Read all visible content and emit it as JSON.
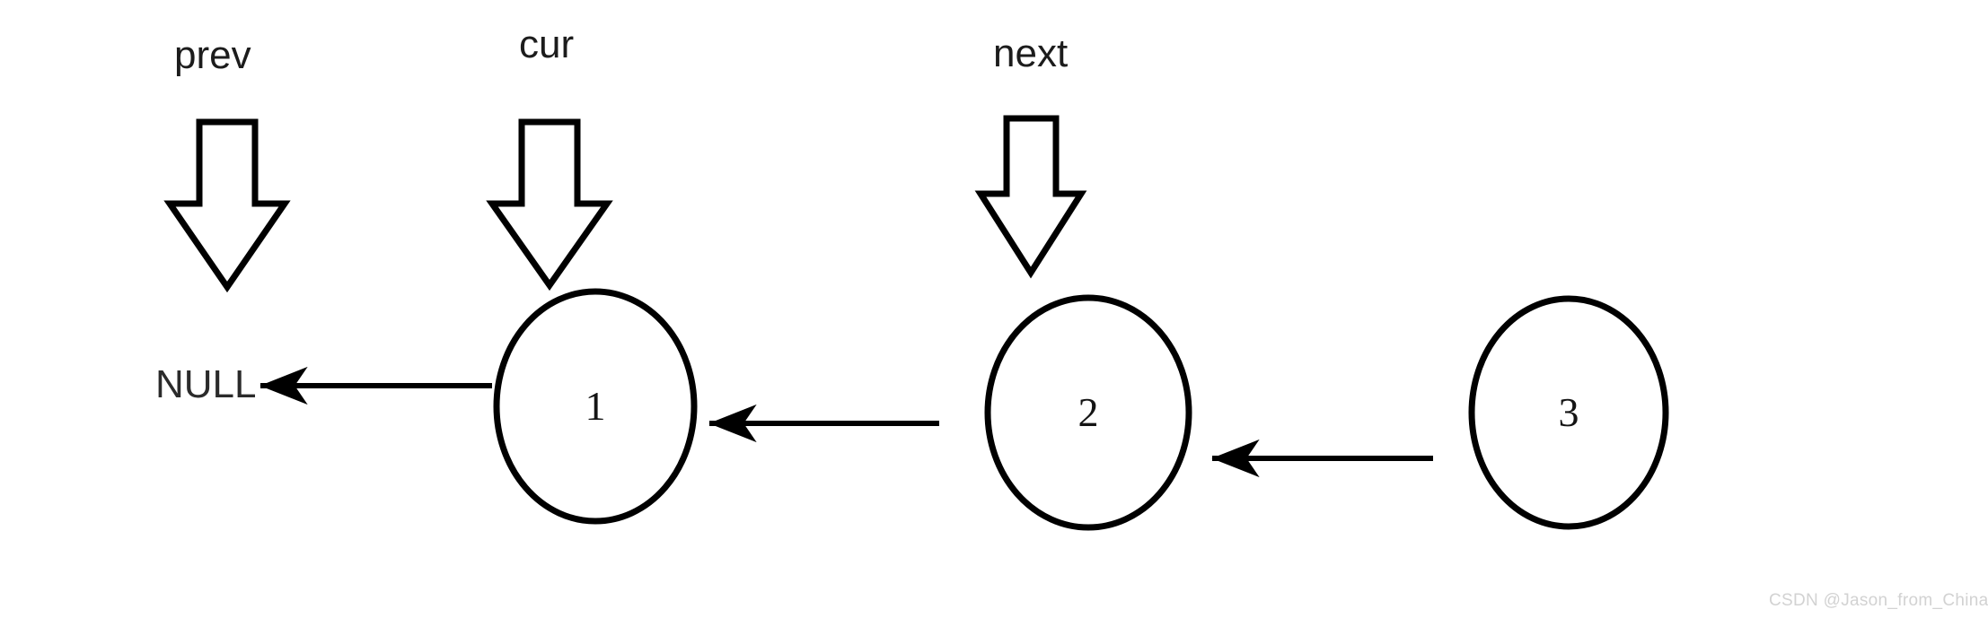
{
  "diagram": {
    "kind": "linked-list-reversal",
    "background_color": "#ffffff",
    "stroke_color": "#000000",
    "text_color": "#1c1c1c",
    "watermark_color": "#d2d2d2",
    "pointers": [
      {
        "label": "prev",
        "icon": "down-block-arrow-icon"
      },
      {
        "label": "cur",
        "icon": "down-block-arrow-icon"
      },
      {
        "label": "next",
        "icon": "down-block-arrow-icon"
      }
    ],
    "terminator": {
      "label": "NULL"
    },
    "nodes": [
      {
        "value": "1"
      },
      {
        "value": "2"
      },
      {
        "value": "3"
      }
    ],
    "links": [
      {
        "from": "1",
        "to": "NULL",
        "direction": "left"
      },
      {
        "from": "2",
        "to": "1",
        "direction": "left"
      },
      {
        "from": "3",
        "to": "2",
        "direction": "left"
      }
    ]
  },
  "watermark": {
    "text": "CSDN @Jason_from_China"
  }
}
